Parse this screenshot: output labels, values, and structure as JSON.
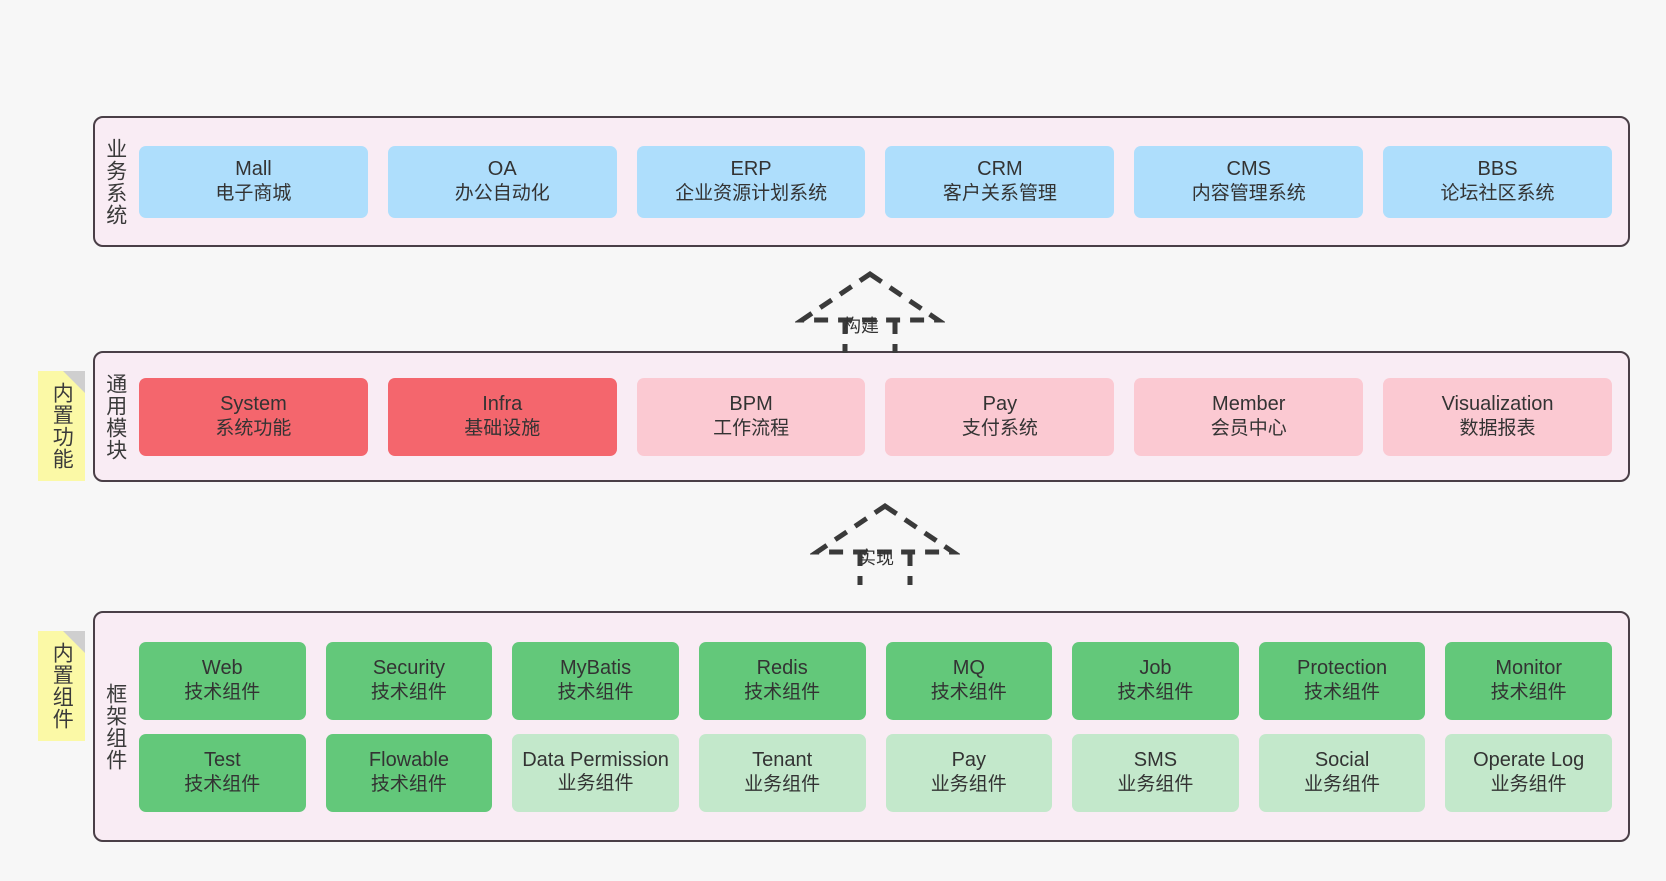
{
  "diagram": {
    "title_hidden": "",
    "background": "#f7f7f7",
    "container_fill": "#f9ecf4",
    "container_border": "#4a3f47"
  },
  "layers": [
    {
      "id": "business-system",
      "side_label": "业务系统",
      "rows": [
        {
          "cards": [
            {
              "t1": "Mall",
              "t2": "电子商城",
              "color": "#aedefc",
              "style": "c-blue"
            },
            {
              "t1": "OA",
              "t2": "办公自动化",
              "color": "#aedefc",
              "style": "c-blue"
            },
            {
              "t1": "ERP",
              "t2": "企业资源计划系统",
              "color": "#aedefc",
              "style": "c-blue"
            },
            {
              "t1": "CRM",
              "t2": "客户关系管理",
              "color": "#aedefc",
              "style": "c-blue"
            },
            {
              "t1": "CMS",
              "t2": "内容管理系统",
              "color": "#aedefc",
              "style": "c-blue"
            },
            {
              "t1": "BBS",
              "t2": "论坛社区系统",
              "color": "#aedefc",
              "style": "c-blue"
            }
          ]
        }
      ]
    },
    {
      "id": "common-module",
      "side_label": "通用模块",
      "sticky": "内置功能",
      "rows": [
        {
          "cards": [
            {
              "t1": "System",
              "t2": "系统功能",
              "color": "#f4666d",
              "style": "c-red"
            },
            {
              "t1": "Infra",
              "t2": "基础设施",
              "color": "#f4666d",
              "style": "c-red"
            },
            {
              "t1": "BPM",
              "t2": "工作流程",
              "color": "#fbc9d2",
              "style": "c-pink"
            },
            {
              "t1": "Pay",
              "t2": "支付系统",
              "color": "#fbc9d2",
              "style": "c-pink"
            },
            {
              "t1": "Member",
              "t2": "会员中心",
              "color": "#fbc9d2",
              "style": "c-pink"
            },
            {
              "t1": "Visualization",
              "t2": "数据报表",
              "color": "#fbc9d2",
              "style": "c-pink"
            }
          ]
        }
      ]
    },
    {
      "id": "framework-component",
      "side_label": "框架组件",
      "sticky": "内置组件",
      "rows": [
        {
          "cards": [
            {
              "t1": "Web",
              "t2": "技术组件",
              "color": "#63c87a",
              "style": "c-green"
            },
            {
              "t1": "Security",
              "t2": "技术组件",
              "color": "#63c87a",
              "style": "c-green"
            },
            {
              "t1": "MyBatis",
              "t2": "技术组件",
              "color": "#63c87a",
              "style": "c-green"
            },
            {
              "t1": "Redis",
              "t2": "技术组件",
              "color": "#63c87a",
              "style": "c-green"
            },
            {
              "t1": "MQ",
              "t2": "技术组件",
              "color": "#63c87a",
              "style": "c-green"
            },
            {
              "t1": "Job",
              "t2": "技术组件",
              "color": "#63c87a",
              "style": "c-green"
            },
            {
              "t1": "Protection",
              "t2": "技术组件",
              "color": "#63c87a",
              "style": "c-green"
            },
            {
              "t1": "Monitor",
              "t2": "技术组件",
              "color": "#63c87a",
              "style": "c-green"
            }
          ]
        },
        {
          "cards": [
            {
              "t1": "Test",
              "t2": "技术组件",
              "color": "#63c87a",
              "style": "c-green"
            },
            {
              "t1": "Flowable",
              "t2": "技术组件",
              "color": "#63c87a",
              "style": "c-green"
            },
            {
              "t1": "Data Permission",
              "t2": "业务组件",
              "color": "#c3e8cb",
              "style": "c-lightgreen"
            },
            {
              "t1": "Tenant",
              "t2": "业务组件",
              "color": "#c3e8cb",
              "style": "c-lightgreen"
            },
            {
              "t1": "Pay",
              "t2": "业务组件",
              "color": "#c3e8cb",
              "style": "c-lightgreen"
            },
            {
              "t1": "SMS",
              "t2": "业务组件",
              "color": "#c3e8cb",
              "style": "c-lightgreen"
            },
            {
              "t1": "Social",
              "t2": "业务组件",
              "color": "#c3e8cb",
              "style": "c-lightgreen"
            },
            {
              "t1": "Operate Log",
              "t2": "业务组件",
              "color": "#c3e8cb",
              "style": "c-lightgreen"
            }
          ]
        }
      ]
    }
  ],
  "connectors": [
    {
      "id": "build",
      "label": "构建",
      "from": "common-module",
      "to": "business-system"
    },
    {
      "id": "implement",
      "label": "实现",
      "from": "framework-component",
      "to": "common-module"
    }
  ]
}
